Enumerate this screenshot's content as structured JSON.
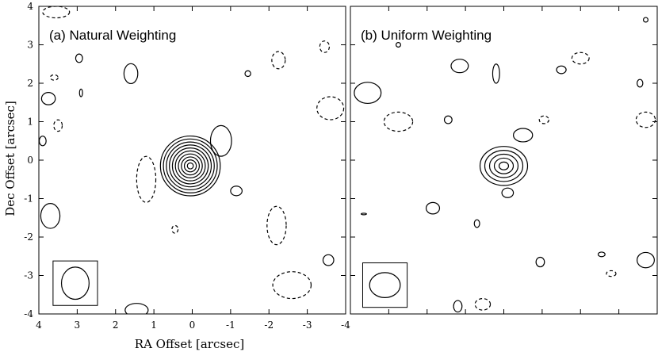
{
  "figure": {
    "ylabel": "Dec Offset [arcsec]",
    "xlabel": "RA Offset [arcsec]",
    "x_ticks": [
      "4",
      "3",
      "2",
      "1",
      "0",
      "-1",
      "-2",
      "-3",
      "-4"
    ],
    "y_ticks": [
      "4",
      "3",
      "2",
      "1",
      "0",
      "-1",
      "-2",
      "-3",
      "-4"
    ],
    "panels": [
      {
        "title": "(a) Natural Weighting"
      },
      {
        "title": "(b) Uniform Weighting"
      }
    ]
  },
  "chart_data": [
    {
      "type": "contour",
      "title": "(a) Natural Weighting",
      "xlabel": "RA Offset [arcsec]",
      "ylabel": "Dec Offset [arcsec]",
      "xlim": [
        4,
        -4
      ],
      "ylim": [
        -4,
        4
      ],
      "peak": {
        "x": 0.05,
        "y": -0.15,
        "levels": 10
      },
      "beam": {
        "x": 3.05,
        "y": -3.2,
        "width_arcsec": 0.72,
        "height_arcsec": 0.84
      },
      "positive_blobs": [
        {
          "x": 3.55,
          "y": 3.85,
          "w": 0.7,
          "h": 0.3,
          "neg": true
        },
        {
          "x": 2.95,
          "y": 2.65,
          "w": 0.18,
          "h": 0.22,
          "neg": false
        },
        {
          "x": 3.6,
          "y": 2.15,
          "w": 0.2,
          "h": 0.14,
          "neg": true
        },
        {
          "x": 3.75,
          "y": 1.6,
          "w": 0.36,
          "h": 0.32,
          "neg": false
        },
        {
          "x": 2.9,
          "y": 1.75,
          "w": 0.08,
          "h": 0.2,
          "neg": false
        },
        {
          "x": 1.6,
          "y": 2.25,
          "w": 0.36,
          "h": 0.52,
          "neg": false
        },
        {
          "x": -1.45,
          "y": 2.25,
          "w": 0.15,
          "h": 0.15,
          "neg": false
        },
        {
          "x": -2.25,
          "y": 2.6,
          "w": 0.35,
          "h": 0.45,
          "neg": true
        },
        {
          "x": -3.45,
          "y": 2.95,
          "w": 0.25,
          "h": 0.3,
          "neg": true
        },
        {
          "x": -3.6,
          "y": 1.35,
          "w": 0.7,
          "h": 0.6,
          "neg": true
        },
        {
          "x": 3.5,
          "y": 0.9,
          "w": 0.22,
          "h": 0.3,
          "neg": true
        },
        {
          "x": 3.9,
          "y": 0.5,
          "w": 0.18,
          "h": 0.25,
          "neg": false
        },
        {
          "x": -0.75,
          "y": 0.5,
          "w": 0.55,
          "h": 0.8,
          "neg": false
        },
        {
          "x": 1.2,
          "y": -0.5,
          "w": 0.5,
          "h": 1.2,
          "neg": true
        },
        {
          "x": -1.15,
          "y": -0.8,
          "w": 0.3,
          "h": 0.25,
          "neg": false
        },
        {
          "x": 3.7,
          "y": -1.45,
          "w": 0.5,
          "h": 0.65,
          "neg": false
        },
        {
          "x": 0.45,
          "y": -1.8,
          "w": 0.16,
          "h": 0.2,
          "neg": true
        },
        {
          "x": -2.2,
          "y": -1.7,
          "w": 0.5,
          "h": 1.0,
          "neg": true
        },
        {
          "x": -2.6,
          "y": -3.25,
          "w": 1.0,
          "h": 0.7,
          "neg": true
        },
        {
          "x": -3.55,
          "y": -2.6,
          "w": 0.28,
          "h": 0.28,
          "neg": false
        },
        {
          "x": 1.45,
          "y": -3.9,
          "w": 0.6,
          "h": 0.35,
          "neg": false
        }
      ]
    },
    {
      "type": "contour",
      "title": "(b) Uniform Weighting",
      "xlabel": "RA Offset [arcsec]",
      "ylabel": "Dec Offset [arcsec]",
      "xlim": [
        4,
        -4
      ],
      "ylim": [
        -4,
        4
      ],
      "peak": {
        "x": 0.0,
        "y": -0.15,
        "levels": 5
      },
      "beam": {
        "x": 3.1,
        "y": -3.25,
        "width_arcsec": 0.8,
        "height_arcsec": 0.65
      },
      "positive_blobs": [
        {
          "x": -3.7,
          "y": 3.65,
          "w": 0.12,
          "h": 0.12,
          "neg": false
        },
        {
          "x": 1.15,
          "y": 2.45,
          "w": 0.45,
          "h": 0.35,
          "neg": false
        },
        {
          "x": 2.75,
          "y": 3.0,
          "w": 0.12,
          "h": 0.12,
          "neg": false
        },
        {
          "x": 0.2,
          "y": 2.25,
          "w": 0.18,
          "h": 0.5,
          "neg": false
        },
        {
          "x": -2.0,
          "y": 2.65,
          "w": 0.45,
          "h": 0.3,
          "neg": true
        },
        {
          "x": -1.5,
          "y": 2.35,
          "w": 0.25,
          "h": 0.2,
          "neg": false
        },
        {
          "x": -3.55,
          "y": 2.0,
          "w": 0.15,
          "h": 0.2,
          "neg": false
        },
        {
          "x": 3.55,
          "y": 1.75,
          "w": 0.7,
          "h": 0.55,
          "neg": false
        },
        {
          "x": 2.75,
          "y": 1.0,
          "w": 0.75,
          "h": 0.5,
          "neg": true
        },
        {
          "x": 1.45,
          "y": 1.05,
          "w": 0.2,
          "h": 0.2,
          "neg": false
        },
        {
          "x": -1.05,
          "y": 1.05,
          "w": 0.25,
          "h": 0.2,
          "neg": true
        },
        {
          "x": -0.5,
          "y": 0.65,
          "w": 0.5,
          "h": 0.35,
          "neg": false
        },
        {
          "x": -3.7,
          "y": 1.05,
          "w": 0.5,
          "h": 0.4,
          "neg": true
        },
        {
          "x": -0.1,
          "y": -0.85,
          "w": 0.3,
          "h": 0.25,
          "neg": false
        },
        {
          "x": 1.85,
          "y": -1.25,
          "w": 0.35,
          "h": 0.3,
          "neg": false
        },
        {
          "x": 3.65,
          "y": -1.4,
          "w": 0.14,
          "h": 0.04,
          "neg": false
        },
        {
          "x": 0.7,
          "y": -1.65,
          "w": 0.14,
          "h": 0.2,
          "neg": false
        },
        {
          "x": -0.95,
          "y": -2.65,
          "w": 0.22,
          "h": 0.25,
          "neg": false
        },
        {
          "x": -2.55,
          "y": -2.45,
          "w": 0.18,
          "h": 0.12,
          "neg": false
        },
        {
          "x": -3.7,
          "y": -2.6,
          "w": 0.45,
          "h": 0.4,
          "neg": false
        },
        {
          "x": -2.8,
          "y": -2.95,
          "w": 0.25,
          "h": 0.15,
          "neg": true
        },
        {
          "x": 1.2,
          "y": -3.8,
          "w": 0.22,
          "h": 0.3,
          "neg": false
        },
        {
          "x": 0.55,
          "y": -3.75,
          "w": 0.4,
          "h": 0.3,
          "neg": true
        }
      ]
    }
  ]
}
